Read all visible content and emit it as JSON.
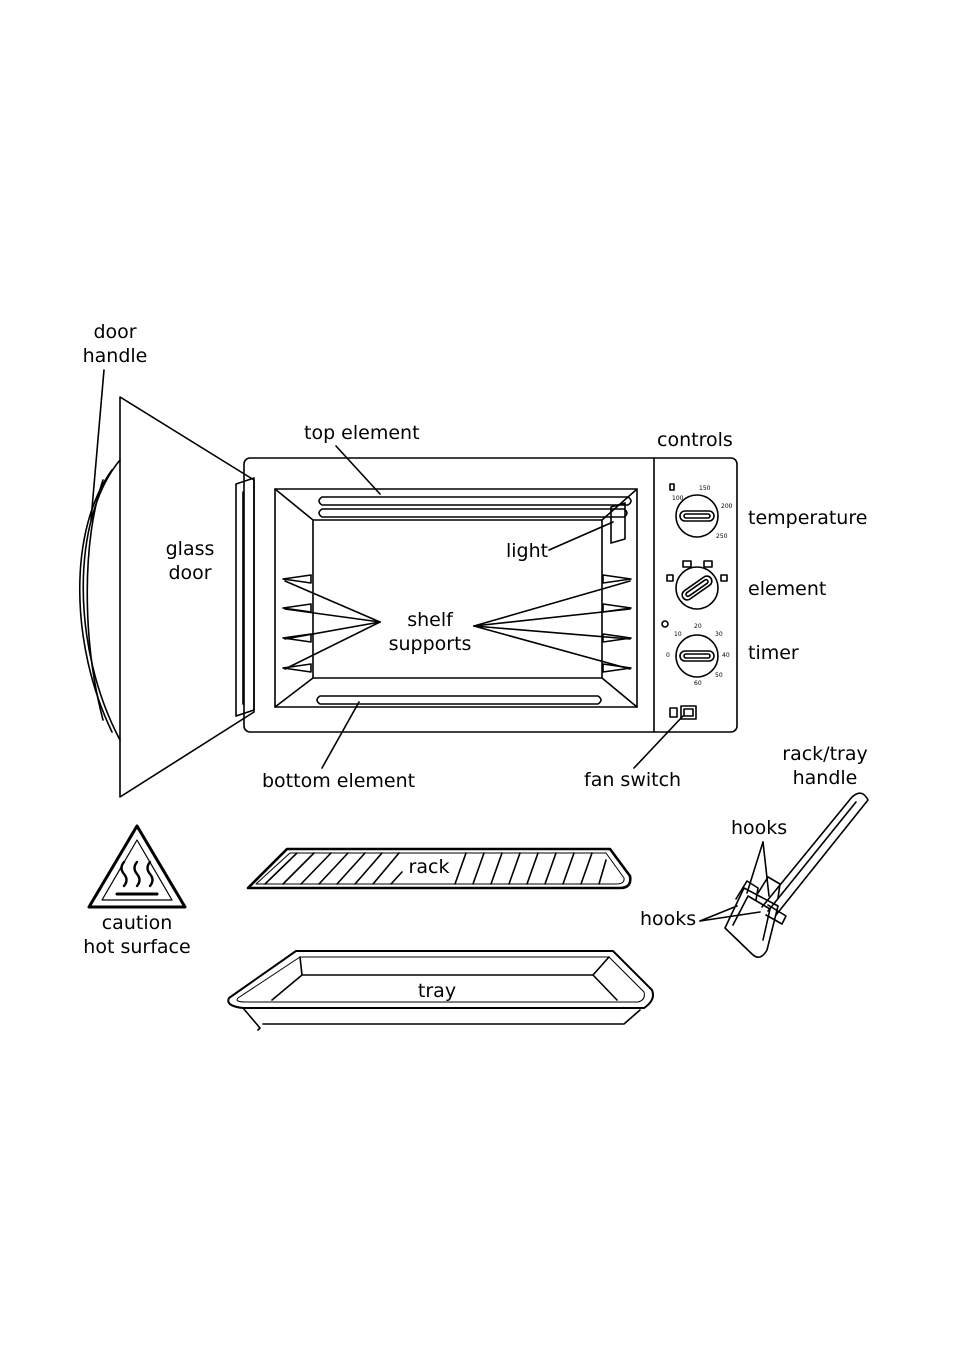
{
  "labels": {
    "door_handle": [
      "door",
      "handle"
    ],
    "top_element": "top element",
    "controls": "controls",
    "glass_door": [
      "glass",
      "door"
    ],
    "light": "light",
    "temperature": "temperature",
    "element": "element",
    "shelf_supports": [
      "shelf",
      "supports"
    ],
    "timer": "timer",
    "bottom_element": "bottom element",
    "fan_switch": "fan switch",
    "rack_tray_handle": [
      "rack/tray",
      "handle"
    ],
    "hooks_top": "hooks",
    "hooks_bottom": "hooks",
    "caution": [
      "caution",
      "hot surface"
    ],
    "rack": "rack",
    "tray": "tray"
  },
  "dials": {
    "temperature_marks": [
      "100",
      "150",
      "200",
      "250"
    ],
    "timer_marks": [
      "0",
      "10",
      "20",
      "30",
      "40",
      "50",
      "60"
    ]
  }
}
